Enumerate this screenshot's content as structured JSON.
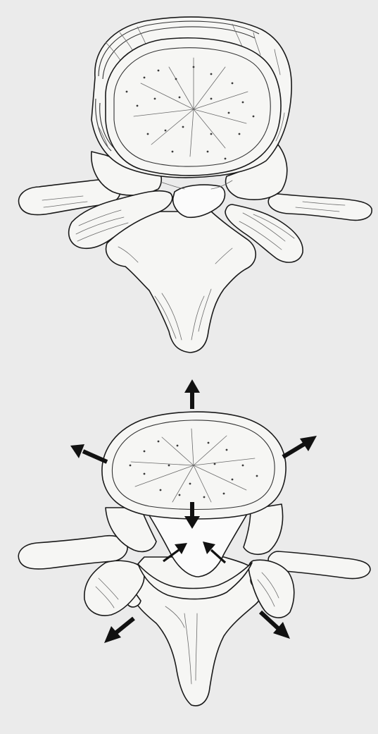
{
  "figure": {
    "background": "#ebebeb",
    "line_color": "#1a1a1a",
    "panels": [
      {
        "id": "top",
        "subject": "vertebra-with-degenerated-disc"
      },
      {
        "id": "bottom",
        "subject": "vertebra-with-normal-disc-and-force-arrows"
      }
    ],
    "arrows": {
      "outward_count": 6,
      "inward_count": 2,
      "downward_count": 1
    }
  }
}
